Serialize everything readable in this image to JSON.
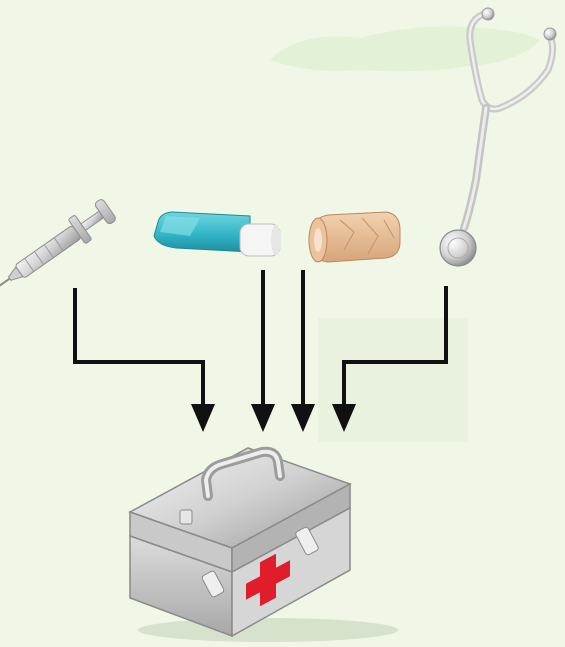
{
  "diagram": {
    "kind": "items-into-container",
    "background_color": "#f0f7e6",
    "arrow_color": "#111111",
    "items": [
      {
        "id": "syringe",
        "icon": "syringe-icon"
      },
      {
        "id": "inhaler",
        "icon": "inhaler-icon",
        "color": "#3cb8c8"
      },
      {
        "id": "bandage",
        "icon": "bandage-icon",
        "color": "#e7bc93"
      },
      {
        "id": "stethoscope",
        "icon": "stethoscope-icon"
      }
    ],
    "target": {
      "id": "first-aid-kit",
      "icon": "first-aid-kit-icon",
      "cross_color": "#e01e2b"
    }
  }
}
